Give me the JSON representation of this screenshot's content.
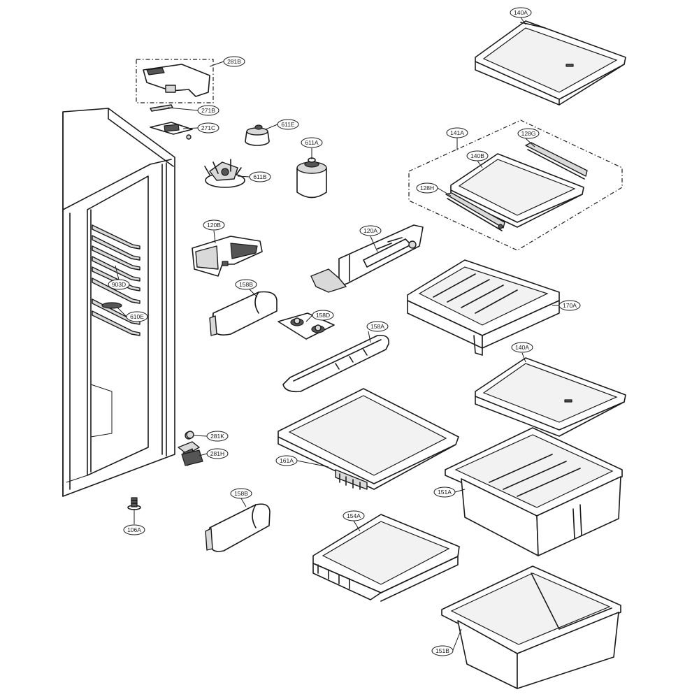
{
  "parts": [
    {
      "id": "140a-top",
      "label": "140A"
    },
    {
      "id": "281b",
      "label": "281B"
    },
    {
      "id": "271b",
      "label": "271B"
    },
    {
      "id": "271c",
      "label": "271C"
    },
    {
      "id": "611e",
      "label": "611E"
    },
    {
      "id": "611a",
      "label": "611A"
    },
    {
      "id": "611b",
      "label": "611B"
    },
    {
      "id": "141a",
      "label": "141A"
    },
    {
      "id": "128g",
      "label": "128G"
    },
    {
      "id": "140b",
      "label": "140B"
    },
    {
      "id": "128h",
      "label": "128H"
    },
    {
      "id": "120b",
      "label": "120B"
    },
    {
      "id": "120a",
      "label": "120A"
    },
    {
      "id": "903d",
      "label": "903D"
    },
    {
      "id": "158b-upper",
      "label": "158B"
    },
    {
      "id": "170a",
      "label": "170A"
    },
    {
      "id": "158d",
      "label": "158D"
    },
    {
      "id": "610e",
      "label": "610E"
    },
    {
      "id": "158a",
      "label": "158A"
    },
    {
      "id": "140a-mid",
      "label": "140A"
    },
    {
      "id": "281k",
      "label": "281K"
    },
    {
      "id": "281h",
      "label": "281H"
    },
    {
      "id": "161a",
      "label": "161A"
    },
    {
      "id": "151a",
      "label": "151A"
    },
    {
      "id": "158b-lower",
      "label": "158B"
    },
    {
      "id": "154a",
      "label": "154A"
    },
    {
      "id": "106a",
      "label": "106A"
    },
    {
      "id": "151b",
      "label": "151B"
    }
  ]
}
